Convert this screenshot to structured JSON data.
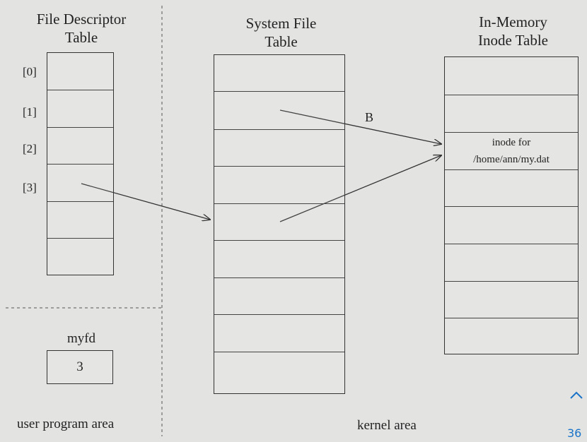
{
  "diagram": {
    "fd_table": {
      "title_line1": "File Descriptor",
      "title_line2": "Table",
      "indices": [
        "[0]",
        "[1]",
        "[2]",
        "[3]"
      ]
    },
    "sys_table": {
      "title_line1": "System File",
      "title_line2": "Table"
    },
    "inode_table": {
      "title_line1": "In-Memory",
      "title_line2": "Inode Table",
      "entry_line1": "inode for",
      "entry_line2": "/home/ann/my.dat"
    },
    "arrow_label": "B",
    "myfd": {
      "name": "myfd",
      "value": "3"
    },
    "areas": {
      "user": "user program area",
      "kernel": "kernel area"
    }
  },
  "nav": {
    "up_icon": "chevron-up-icon",
    "page_number": "36"
  }
}
